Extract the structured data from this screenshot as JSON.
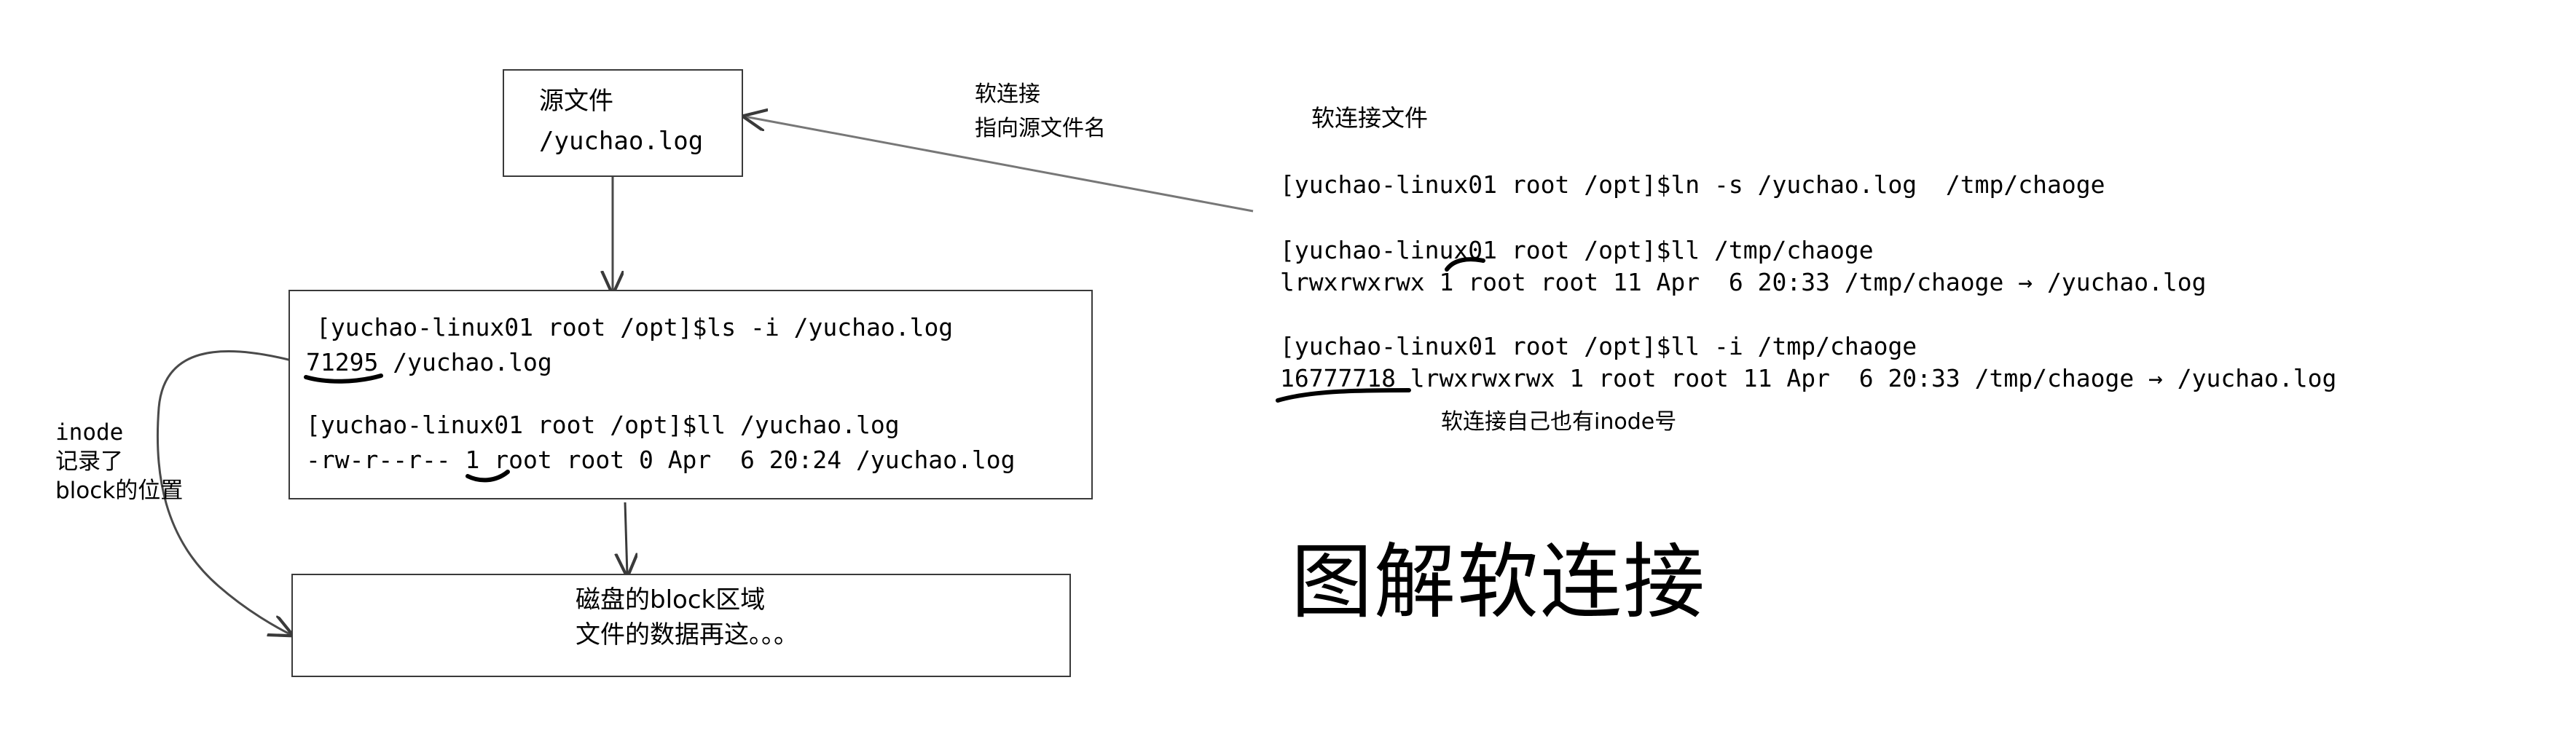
{
  "diagram": {
    "title": "图解软连接",
    "source_box": {
      "line1": "源文件",
      "line2": "/yuchao.log"
    },
    "softlink_callout": {
      "line1": "软连接",
      "line2": "指向源文件名"
    },
    "inode_note": {
      "line1": "inode",
      "line2": "记录了",
      "line3": "block的位置"
    },
    "terminal_box": {
      "line1": "[yuchao-linux01 root /opt]$ls -i /yuchao.log",
      "line2": "71295 /yuchao.log",
      "line3": "[yuchao-linux01 root /opt]$ll /yuchao.log",
      "line4": "-rw-r--r-- 1 root root 0 Apr  6 20:24 /yuchao.log"
    },
    "block_box": {
      "line1": "磁盘的block区域",
      "line2": "文件的数据再这。。。"
    }
  },
  "right_panel": {
    "heading": "软连接文件",
    "terminal": {
      "cmd1": "[yuchao-linux01 root /opt]$ln -s /yuchao.log  /tmp/chaoge",
      "cmd2": "[yuchao-linux01 root /opt]$ll /tmp/chaoge",
      "out2": "lrwxrwxrwx 1 root root 11 Apr  6 20:33 /tmp/chaoge → /yuchao.log",
      "cmd3": "[yuchao-linux01 root /opt]$ll -i /tmp/chaoge",
      "out3": "16777718 lrwxrwxrwx 1 root root 11 Apr  6 20:33 /tmp/chaoge → /yuchao.log"
    },
    "inode_note": "软连接自己也有inode号"
  },
  "colors": {
    "ink": "#000000",
    "stroke": "#3a3a3a",
    "background": "#ffffff"
  }
}
